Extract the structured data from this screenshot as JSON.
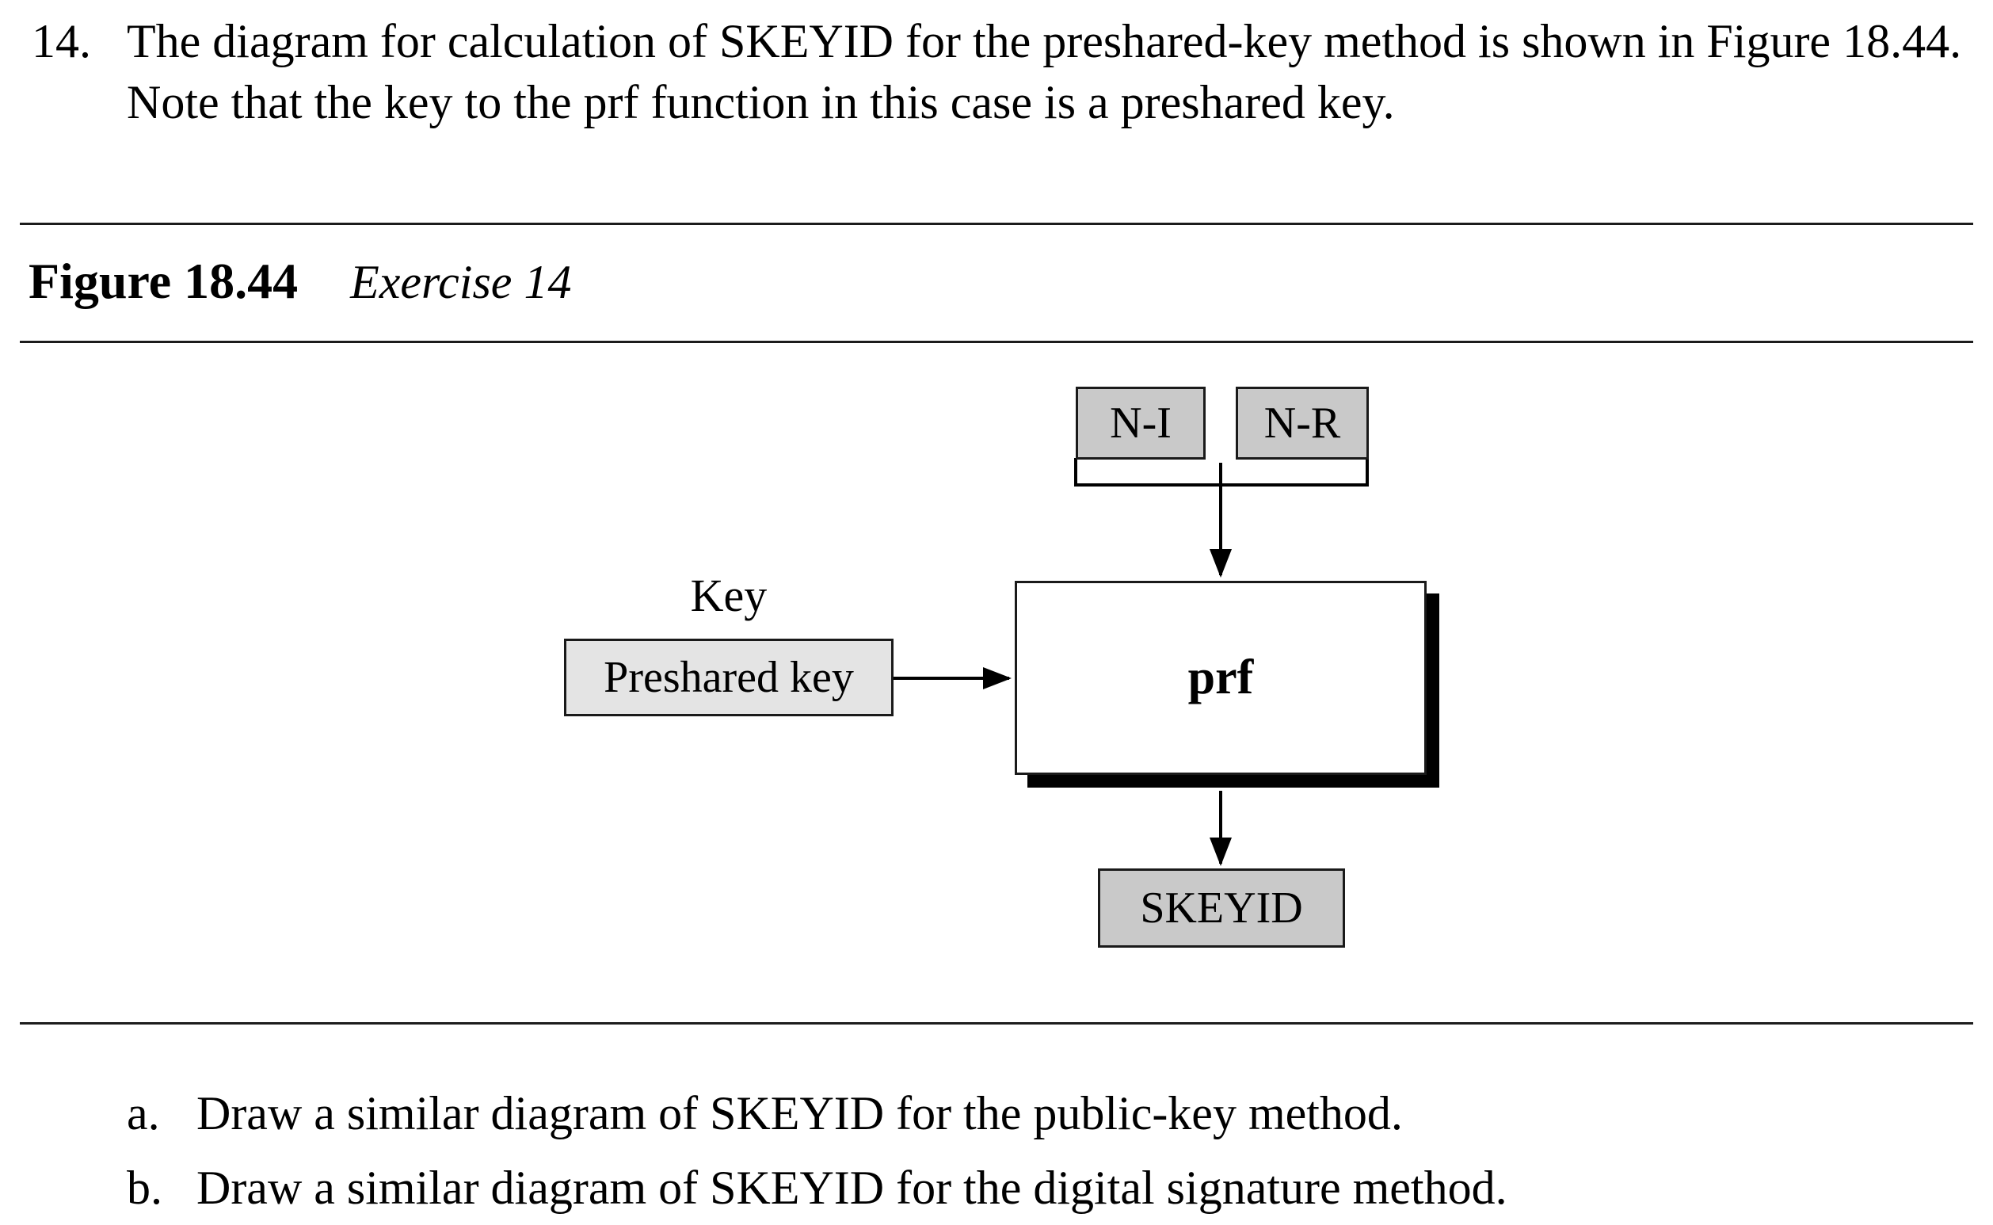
{
  "exercise": {
    "number": "14.",
    "text": "The diagram for calculation of SKEYID for the preshared-key method is shown in Figure 18.44. Note that the key to the prf function in this case is a preshared key."
  },
  "figure": {
    "label": "Figure 18.44",
    "caption": "Exercise 14"
  },
  "diagram": {
    "nodes": {
      "ni": "N-I",
      "nr": "N-R",
      "key_label": "Key",
      "preshared_key": "Preshared key",
      "prf": "prf",
      "skeyid": "SKEYID"
    }
  },
  "subquestions": [
    {
      "letter": "a.",
      "text": "Draw a similar diagram of SKEYID for the public-key method."
    },
    {
      "letter": "b.",
      "text": "Draw a similar diagram of SKEYID for the digital signature method."
    }
  ],
  "colors": {
    "box_gray": "#c9c9c9",
    "box_light": "#e4e4e4",
    "shadow": "#000000"
  }
}
